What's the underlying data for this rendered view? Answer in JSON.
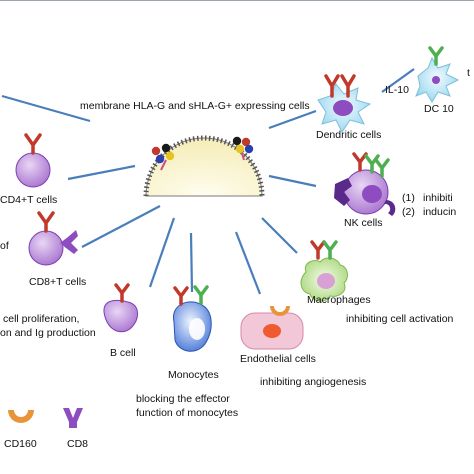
{
  "center": {
    "title": "membrane HLA-G and sHLA-G+ expressing cells"
  },
  "cells": {
    "dendritic": "Dendritic cells",
    "il10": "IL-10",
    "dc10": "DC 10",
    "cd4": "CD4+T cells",
    "nk": "NK cells",
    "cd8": "CD8+T cells",
    "bcell": "B cell",
    "monocytes": "Monocytes",
    "endothelial": "Endothelial cells",
    "macrophages": "Macrophages"
  },
  "effects": {
    "nk_item1_num": "(1)",
    "nk_item1_text": "inhibiti",
    "nk_item2_num": "(2)",
    "nk_item2_text": "inducin",
    "bcell_line1": "cell proliferation,",
    "bcell_line2": "on and Ig production",
    "monocytes_line1": "blocking the effector",
    "monocytes_line2": "function of monocytes",
    "endothelial": "inhibiting angiogenesis",
    "macrophages": "inhibiting cell activation",
    "left_fragment": "of",
    "right_fragment": "t"
  },
  "legend": {
    "cd160": "CD160",
    "cd8": "CD8"
  },
  "colors": {
    "connector": "#4a7ebb",
    "receptor_red": "#c0392b",
    "receptor_green": "#4caf50",
    "cell_purple": "#b98bd6",
    "nucleus_purple": "#7d3fb0",
    "cd160_orange": "#e8953a",
    "cd8_purple": "#8d4cbf",
    "dendritic_cyan": "#bfe6f3",
    "monocyte_blue": "#3d6fd6",
    "endothelial_pink": "#f2c8d9",
    "macrophage_green": "#c9e6a8"
  }
}
